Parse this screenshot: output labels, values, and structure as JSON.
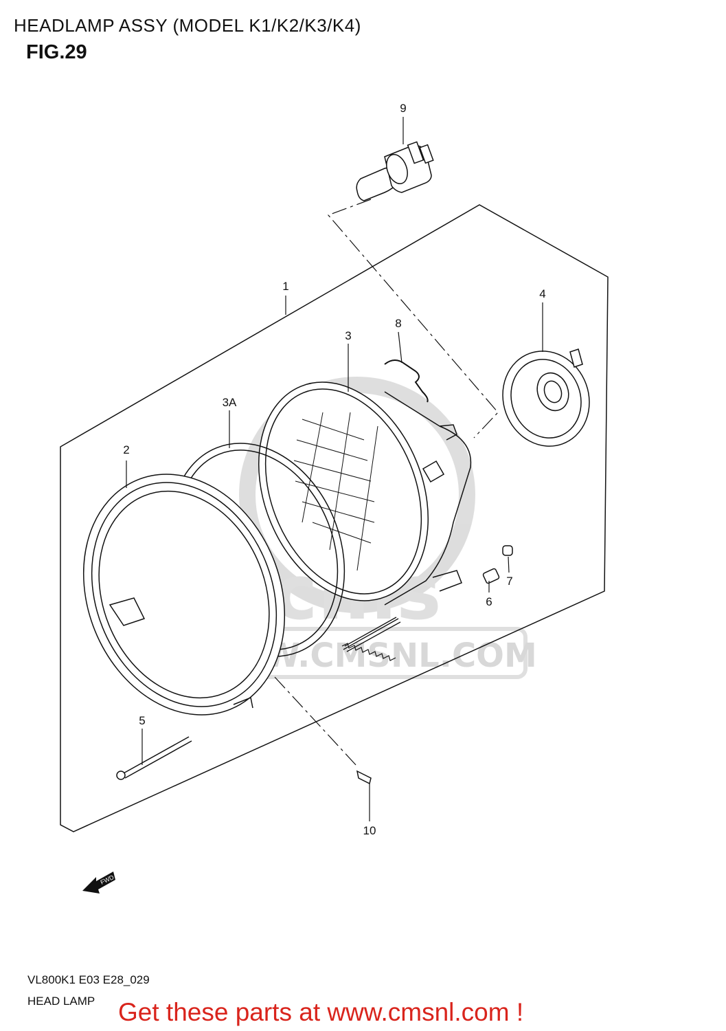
{
  "header": {
    "title": "HEADLAMP ASSY (MODEL K1/K2/K3/K4)",
    "figure": "FIG.29"
  },
  "callouts": {
    "part_1": "1",
    "part_2": "2",
    "part_3": "3",
    "part_3a": "3A",
    "part_4": "4",
    "part_5": "5",
    "part_6": "6",
    "part_7": "7",
    "part_8": "8",
    "part_9": "9",
    "part_10": "10"
  },
  "fwd_label": "FWD",
  "watermark": {
    "brand": "cms",
    "url": "WWW.CMSNL.COM"
  },
  "footer": {
    "code": "VL800K1 E03 E28_029",
    "name": "HEAD LAMP"
  },
  "promo": {
    "text": "Get these parts at www.cmsnl.com !",
    "color": "#d9241c"
  },
  "colors": {
    "line": "#111111",
    "watermark": "#d6d6d6",
    "promo": "#d9241c"
  }
}
